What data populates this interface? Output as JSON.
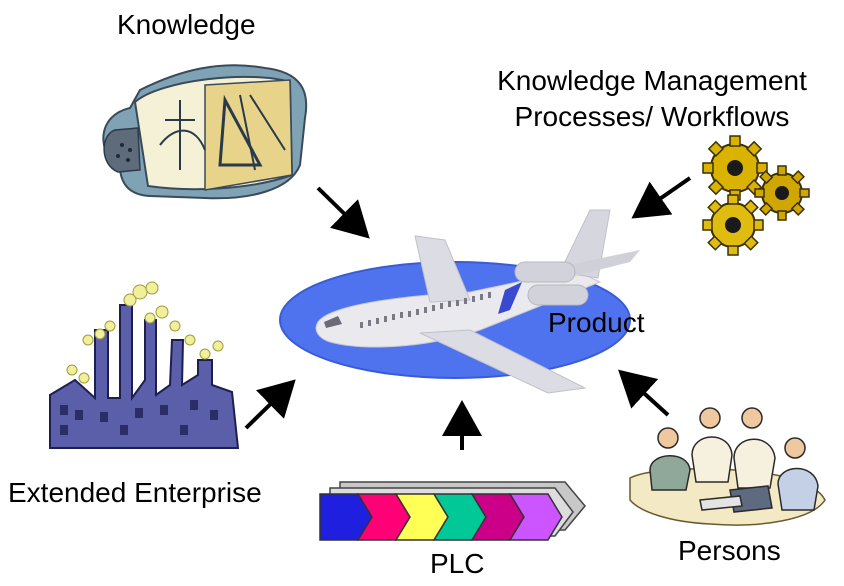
{
  "labels": {
    "knowledge": "Knowledge",
    "km_line1": "Knowledge Management",
    "km_line2": "Processes/ Workflows",
    "product": "Product",
    "extended_enterprise": "Extended Enterprise",
    "plc": "PLC",
    "persons": "Persons"
  },
  "icons": {
    "knowledge": "blueprint-drawing-icon",
    "km": "gears-icon",
    "product": "airplane-icon",
    "extended_enterprise": "factory-icon",
    "plc": "chevron-process-icon",
    "persons": "people-meeting-icon"
  },
  "colors": {
    "ellipse": "#4f73ee",
    "arrow": "#000000",
    "gear": "#d9b300",
    "plc_chevrons": [
      "#1f1fe0",
      "#ff0077",
      "#ffff55",
      "#00c896",
      "#cc0088",
      "#cc55ff"
    ]
  }
}
